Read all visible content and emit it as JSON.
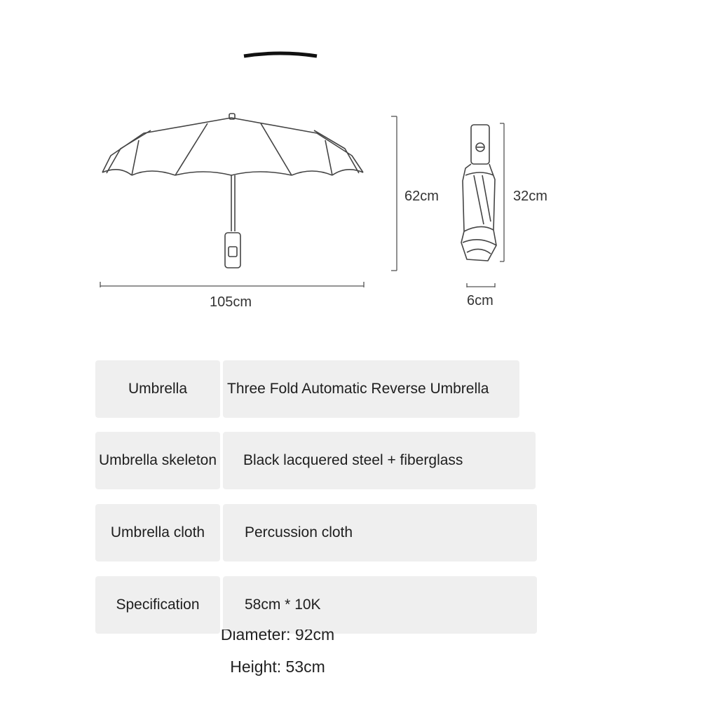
{
  "dimensions": {
    "open_width": "105cm",
    "open_height": "62cm",
    "folded_height": "32cm",
    "folded_width": "6cm"
  },
  "specs": [
    {
      "label": "Umbrella",
      "value": "Three Fold Automatic Reverse Umbrella"
    },
    {
      "label": "Umbrella skeleton",
      "value": "Black lacquered steel + fiberglass"
    },
    {
      "label": "Umbrella cloth",
      "value": "Percussion cloth"
    },
    {
      "label": "Specification",
      "value": "58cm * 10K"
    }
  ],
  "captions": {
    "diameter": "Diameter: 92cm",
    "height": "Height: 53cm"
  },
  "colors": {
    "line": "#3a3a3a",
    "cell_bg": "#efefef",
    "text": "#222222"
  }
}
